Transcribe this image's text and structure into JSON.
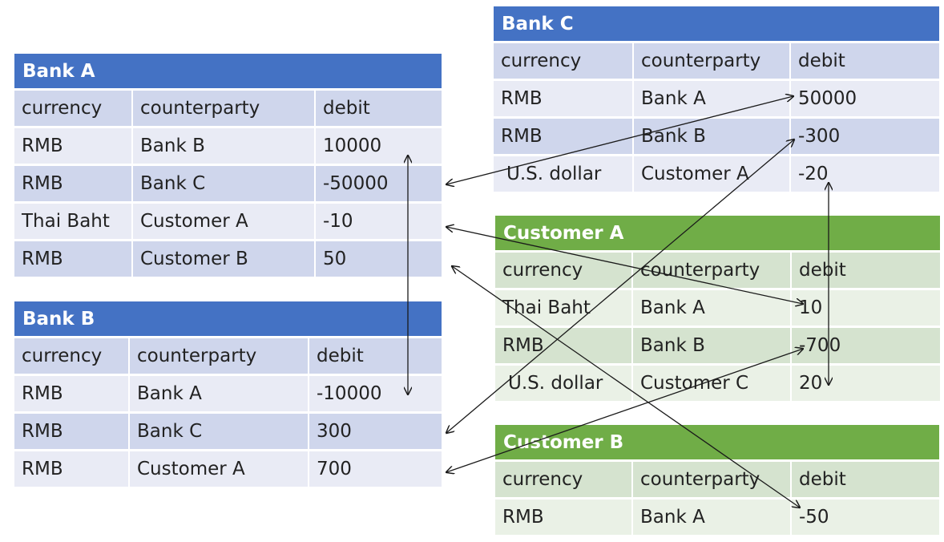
{
  "headers": [
    "currency",
    "counterparty",
    "debit"
  ],
  "ledgers": [
    {
      "id": "bank-a",
      "title": "Bank A",
      "theme": "blue",
      "rows": [
        [
          "RMB",
          "Bank B",
          "10000"
        ],
        [
          "RMB",
          "Bank C",
          "-50000"
        ],
        [
          "Thai Baht",
          "Customer A",
          "-10"
        ],
        [
          "RMB",
          "Customer B",
          "50"
        ]
      ]
    },
    {
      "id": "bank-b",
      "title": "Bank B",
      "theme": "blue",
      "rows": [
        [
          "RMB",
          "Bank A",
          "-10000"
        ],
        [
          "RMB",
          "Bank C",
          "300"
        ],
        [
          "RMB",
          "Customer A",
          "700"
        ]
      ]
    },
    {
      "id": "bank-c",
      "title": "Bank C",
      "theme": "blue",
      "rows": [
        [
          "RMB",
          "Bank A",
          "50000"
        ],
        [
          "RMB",
          "Bank B",
          "-300"
        ],
        [
          "U.S. dollar",
          "Customer A",
          "-20"
        ]
      ]
    },
    {
      "id": "customer-a",
      "title": "Customer A",
      "theme": "green",
      "rows": [
        [
          "Thai Baht",
          "Bank A",
          "10"
        ],
        [
          "RMB",
          "Bank B",
          "-700"
        ],
        [
          "U.S. dollar",
          "Customer C",
          "20"
        ]
      ]
    },
    {
      "id": "customer-b",
      "title": "Customer B",
      "theme": "green",
      "rows": [
        [
          "RMB",
          "Bank A",
          "-50"
        ]
      ]
    }
  ],
  "colors": {
    "bank_header": "#4472c4",
    "customer_header": "#70ad47",
    "arrow": "#1a1a1a"
  }
}
